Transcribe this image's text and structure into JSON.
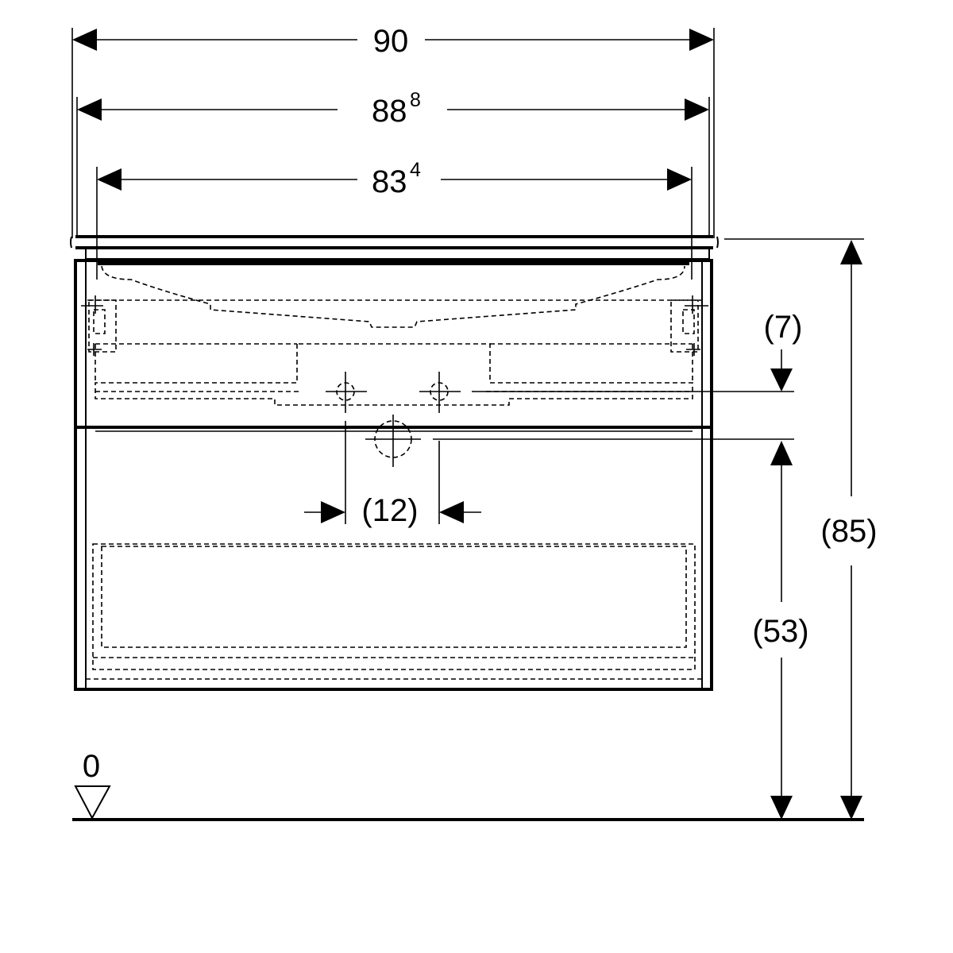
{
  "dimensions": {
    "width_overall": "90",
    "width_top_base": "88",
    "width_top_sup": "8",
    "width_inner_base": "83",
    "width_inner_sup": "4",
    "tap_offset": "(7)",
    "tap_spacing": "(12)",
    "height_total": "(85)",
    "height_drain": "(53)",
    "floor_level": "0"
  }
}
